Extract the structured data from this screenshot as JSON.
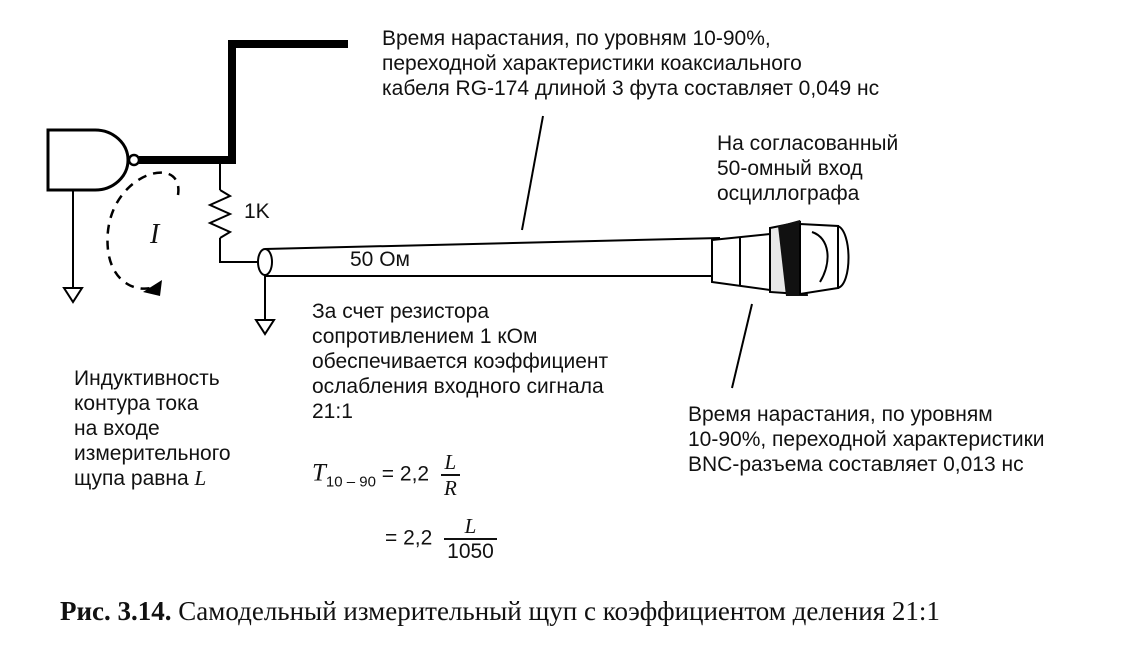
{
  "labels": {
    "rise_cable": [
      "Время нарастания, по уровням 10-90%,",
      "переходной характеристики коаксиального",
      "кабеля RG-174 длиной 3 фута составляет 0,049 нс"
    ],
    "scope_input": [
      "На согласованный",
      "50-омный вход",
      "осциллографа"
    ],
    "resistor": "1K",
    "current": "I",
    "cable_impedance": "50 Ом",
    "resistor_note": [
      "За счет резистора",
      "сопротивлением 1 кОм",
      "обеспечивается коэффициент",
      "ослабления входного сигнала",
      "21:1"
    ],
    "inductance": [
      "Индуктивность",
      "контура тока",
      "на входе",
      "измерительного"
    ],
    "inductance_last": "щупа равна",
    "inductance_symbol": "L",
    "rise_bnc": [
      "Время нарастания, по уровням",
      "10-90%, переходной характеристики",
      "BNC-разъема составляет 0,013 нс"
    ]
  },
  "formula": {
    "lhs_symbol": "T",
    "lhs_sub": "10 – 90",
    "eq1": "= 2,2",
    "num1": "L",
    "den1": "R",
    "eq2": "= 2,2",
    "num2": "L",
    "den2": "1050"
  },
  "caption": {
    "prefix": "Рис. 3.14.",
    "text": " Самодельный измерительный щуп с коэффициентом деления 21:1"
  }
}
